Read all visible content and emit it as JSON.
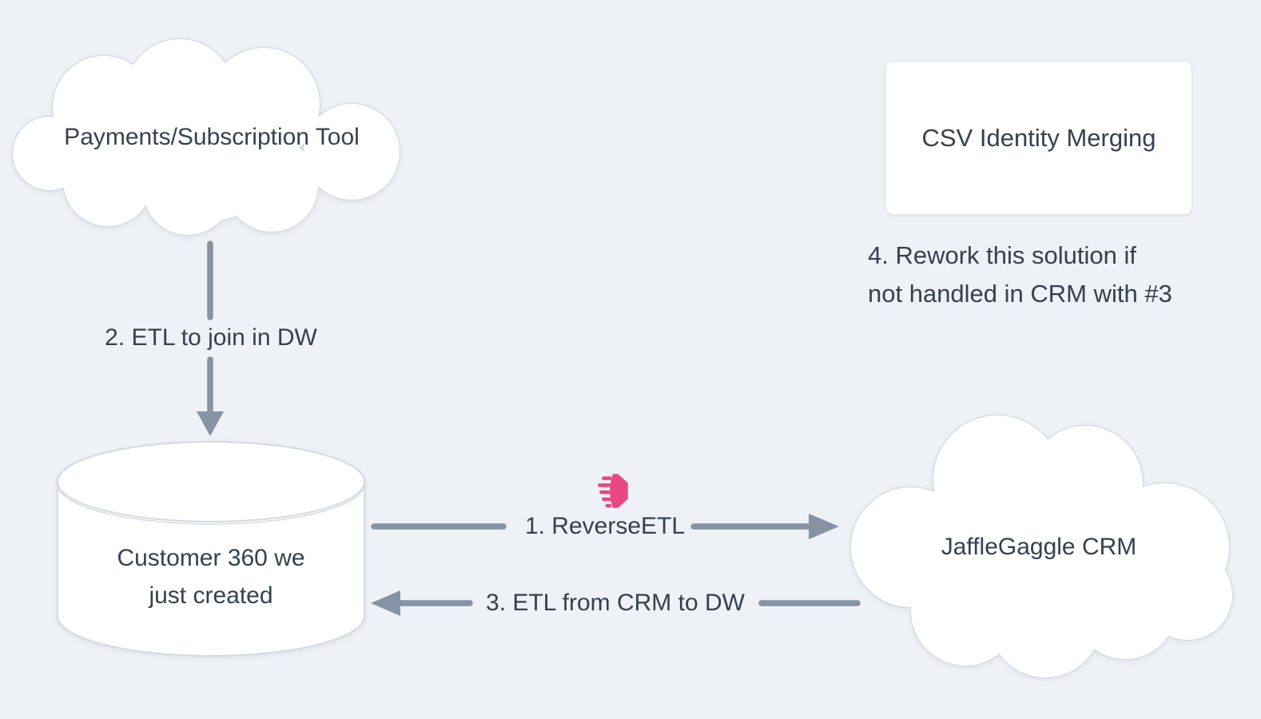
{
  "colors": {
    "background": "#eef1f5",
    "text": "#36414f",
    "arrow": "#8693a4",
    "shape_fill": "#ffffff",
    "shape_stroke": "#d3dae2",
    "accent_pink": "#e8477f"
  },
  "nodes": {
    "payments_cloud": {
      "label": "Payments/Subscription Tool",
      "shape": "cloud"
    },
    "csv_box": {
      "label": "CSV Identity Merging",
      "shape": "rectangle"
    },
    "warehouse_cylinder": {
      "label_line1": "Customer 360 we",
      "label_line2": "just created",
      "shape": "cylinder"
    },
    "crm_cloud": {
      "label": "JaffleGaggle CRM",
      "shape": "cloud"
    }
  },
  "edges": {
    "etl_join": {
      "label": "2. ETL to join in DW",
      "from": "payments_cloud",
      "to": "warehouse_cylinder",
      "direction": "down"
    },
    "reverse_etl": {
      "label": "1. ReverseETL",
      "from": "warehouse_cylinder",
      "to": "crm_cloud",
      "direction": "right"
    },
    "etl_from_crm": {
      "label": "3. ETL from CRM to DW",
      "from": "crm_cloud",
      "to": "warehouse_cylinder",
      "direction": "left"
    }
  },
  "annotations": {
    "rework_note": {
      "line1": "4. Rework this solution if",
      "line2": "not handled in CRM with #3"
    }
  },
  "icons": {
    "hightouch": "hightouch-logo-icon"
  }
}
